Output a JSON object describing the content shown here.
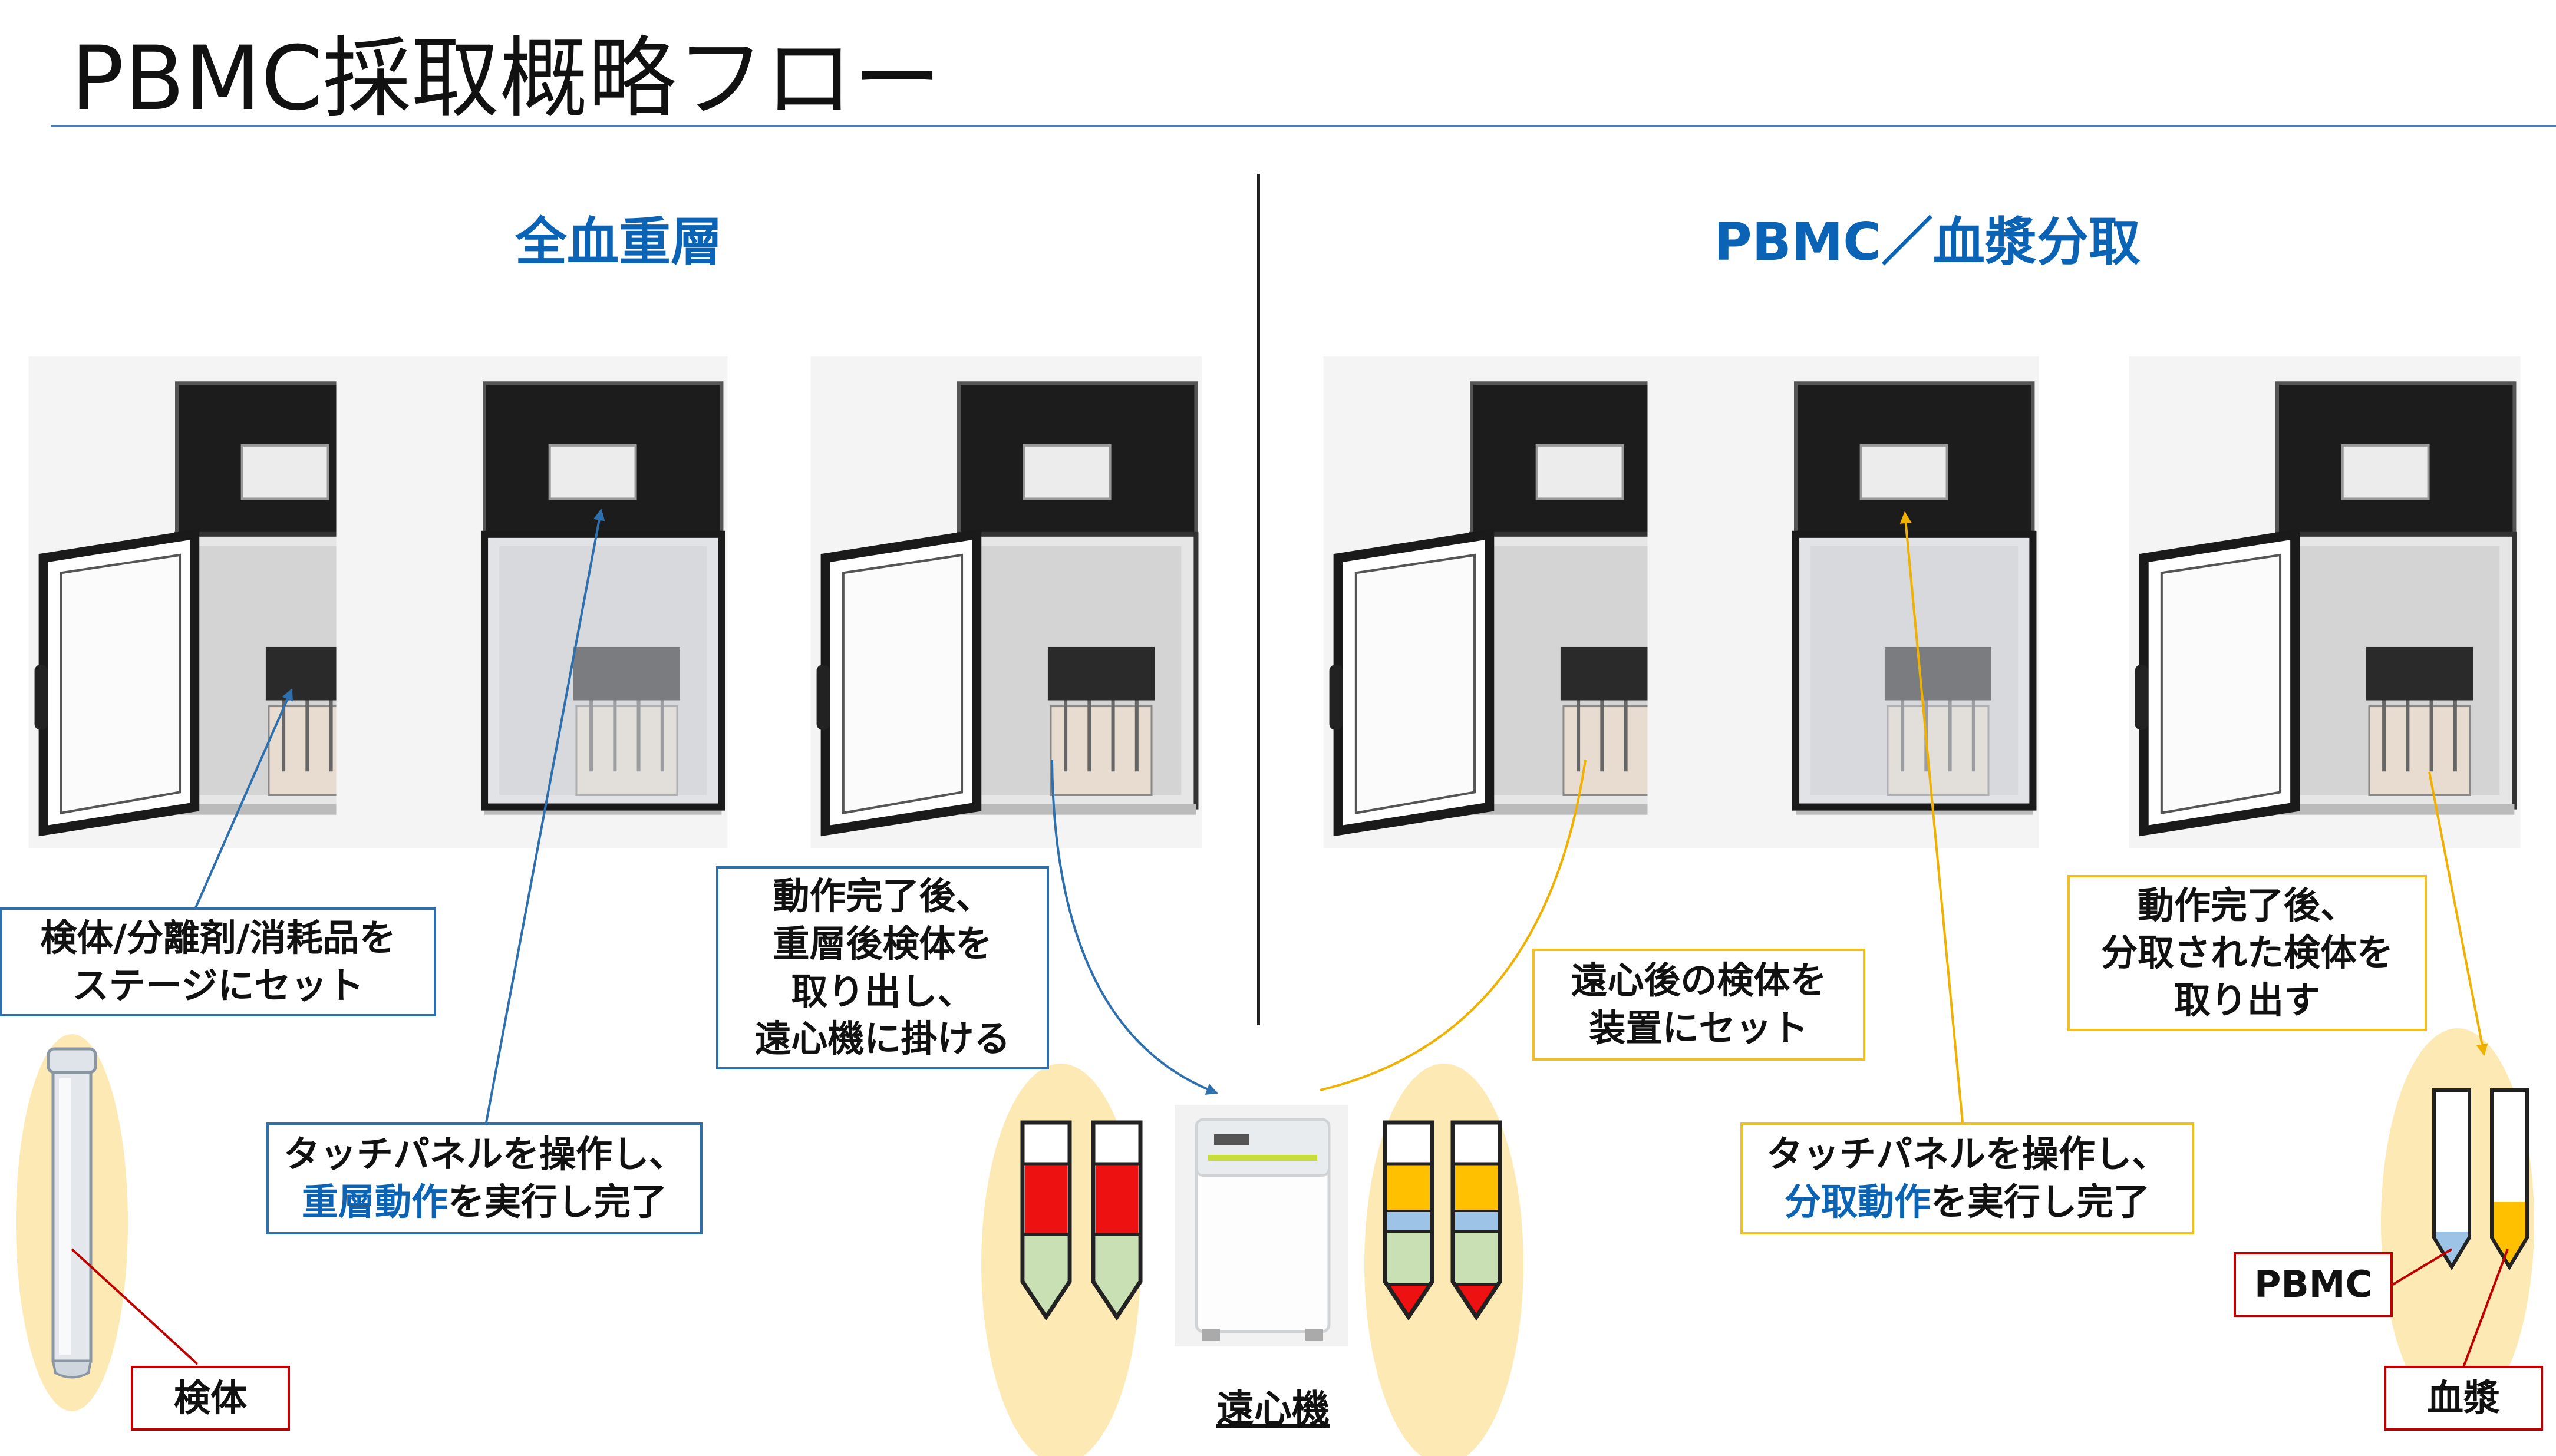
{
  "title": "PBMC採取概略フロー",
  "sections": {
    "left": "全血重層",
    "right": "PBMC／血漿分取"
  },
  "callouts": {
    "set_sample": [
      "検体/分離剤/消耗品を",
      "ステージにセット"
    ],
    "touch_panel_1": {
      "line1": "タッチパネルを操作し、",
      "highlight": "重層動作",
      "rest": "を実行し完了"
    },
    "after_layering": [
      "動作完了後、",
      "重層後検体を",
      "取り出し、",
      "遠心機に掛ける"
    ],
    "after_centrifuge": [
      "遠心後の検体を",
      "装置にセット"
    ],
    "touch_panel_2": {
      "line1": "タッチパネルを操作し、",
      "highlight": "分取動作",
      "rest": "を実行し完了"
    },
    "after_separation": [
      "動作完了後、",
      "分取された検体を",
      "取り出す"
    ]
  },
  "labels": {
    "sample": "検体",
    "centrifuge": "遠心機",
    "pbmc": "PBMC",
    "plasma": "血漿"
  },
  "colors": {
    "accent_blue": "#0b63b5",
    "callout_blue": "#2e6fad",
    "callout_yellow": "#f0c020",
    "label_red": "#c00000",
    "blood_red": "#ee1111",
    "separator_green": "#c8e0b4",
    "plasma_yellow": "#ffc000",
    "pbmc_blue": "#9dc3e6",
    "oval_fill": "#fde9b3"
  }
}
